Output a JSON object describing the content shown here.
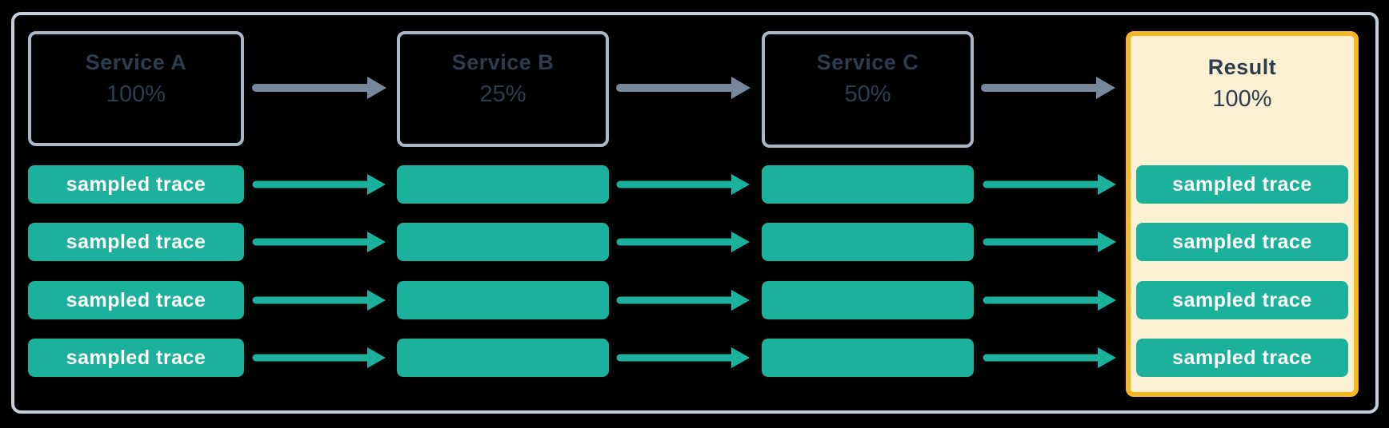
{
  "diagram": {
    "title": "head-sampling-flow",
    "nodes": [
      {
        "id": "service-a",
        "label": "Service A",
        "value": "100%"
      },
      {
        "id": "service-b",
        "label": "Service B",
        "value": "25%"
      },
      {
        "id": "service-c",
        "label": "Service C",
        "value": "50%"
      },
      {
        "id": "result",
        "label": "Result",
        "value": "100%"
      }
    ],
    "trace_label": "sampled trace",
    "trace_rows": 4,
    "colors": {
      "teal": "#1BB19C",
      "arrow_gray": "#76889B",
      "box_border": "#A9B7C7",
      "frame_border": "#C5CFDA",
      "result_border": "#F4B823",
      "result_bg": "#FAF1D3",
      "node_text": "#2E3D4D",
      "background": "#000000",
      "trace_text": "#FFFFFF"
    }
  }
}
